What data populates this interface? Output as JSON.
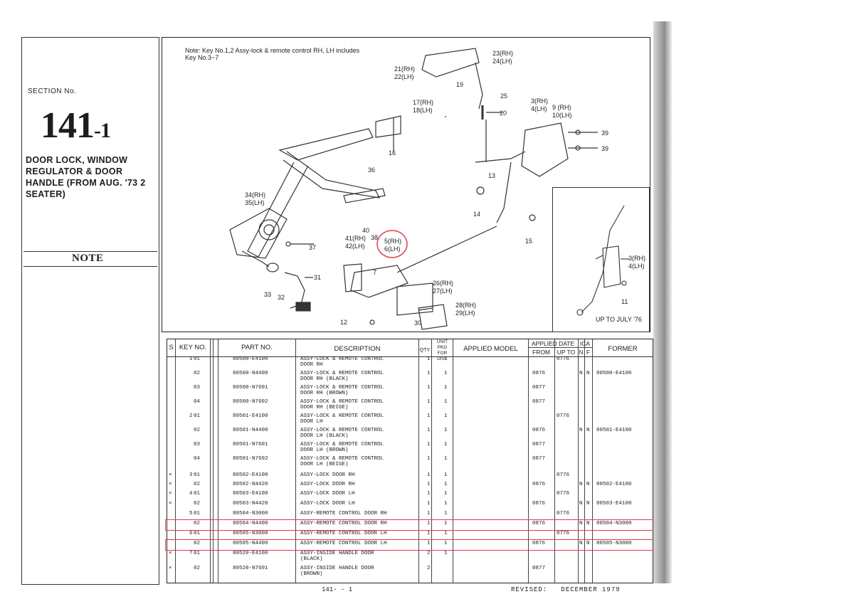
{
  "left_panel": {
    "section_label": "SECTION No.",
    "section_number_main": "141",
    "section_number_suffix": "-1",
    "title": "DOOR LOCK, WINDOW REGULATOR & DOOR HANDLE (FROM AUG. '73 2 SEATER)",
    "note_label": "NOTE"
  },
  "diagram": {
    "note": "Note: Key No.1,2 Assy-lock & remote control RH, LH includes Key No.3~7",
    "callouts": [
      "23(RH)",
      "24(LH)",
      "21(RH)",
      "22(LH)",
      "19",
      "25",
      "17(RH)",
      "18(LH)",
      "20",
      "3(RH)",
      "4(LH)",
      "9 (RH)",
      "10(LH)",
      "39",
      "39",
      "16",
      "36",
      "13",
      "14",
      "34(RH)",
      "35(LH)",
      "40",
      "38",
      "15",
      "41(RH)",
      "42(LH)",
      "5(RH)",
      "6(LH)",
      "37",
      "7",
      "31",
      "33",
      "32",
      "26(RH)",
      "27(LH)",
      "28(RH)",
      "29(LH)",
      "12",
      "30"
    ],
    "inset_callouts": [
      "3(RH)",
      "4(LH)",
      "11"
    ],
    "inset_caption": "UP TO JULY '76",
    "circled_callout": "5(RH) 6(LH)"
  },
  "table": {
    "headers": {
      "s": "S",
      "key_no": "KEY NO.",
      "part_no": "PART NO.",
      "description": "DESCRIPTION",
      "qty": "QTY",
      "unit_pkg": "UNIT PKG FOR DIST",
      "applied_model": "APPLIED MODEL",
      "applied_date": "APPLIED DATE",
      "from": "FROM",
      "up_to": "UP TO",
      "ica": "ICA",
      "n": "N",
      "f": "F",
      "former": "FORMER"
    },
    "rows": [
      {
        "s": "",
        "key": "1",
        "sub": "01",
        "part": "80500-E4100",
        "desc": "ASSY-LOCK & REMOTE CONTROL",
        "desc2": "DOOR RH",
        "qty": "1",
        "unit": "1",
        "from": "",
        "upto": "0776",
        "n": "",
        "f": "",
        "former": ""
      },
      {
        "s": "",
        "key": "",
        "sub": "02",
        "part": "80500-N4400",
        "desc": "ASSY-LOCK & REMOTE CONTROL",
        "desc2": "DOOR RH (BLACK)",
        "qty": "1",
        "unit": "1",
        "from": "0876",
        "upto": "",
        "n": "N",
        "f": "N",
        "former": "80500-E4100"
      },
      {
        "s": "",
        "key": "",
        "sub": "03",
        "part": "80500-N7601",
        "desc": "ASSY-LOCK & REMOTE CONTROL",
        "desc2": "DOOR RH (BROWN)",
        "qty": "1",
        "unit": "1",
        "from": "0877",
        "upto": "",
        "n": "",
        "f": "",
        "former": ""
      },
      {
        "s": "",
        "key": "",
        "sub": "04",
        "part": "80500-N7602",
        "desc": "ASSY-LOCK & REMOTE CONTROL",
        "desc2": "DOOR RH (BEIGE)",
        "qty": "1",
        "unit": "1",
        "from": "0877",
        "upto": "",
        "n": "",
        "f": "",
        "former": ""
      },
      {
        "s": "",
        "key": "2",
        "sub": "01",
        "part": "80501-E4100",
        "desc": "ASSY-LOCK & REMOTE CONTROL",
        "desc2": "DOOR LH",
        "qty": "1",
        "unit": "1",
        "from": "",
        "upto": "0776",
        "n": "",
        "f": "",
        "former": ""
      },
      {
        "s": "",
        "key": "",
        "sub": "02",
        "part": "80501-N4400",
        "desc": "ASSY-LOCK & REMOTE CONTROL",
        "desc2": "DOOR LH (BLACK)",
        "qty": "1",
        "unit": "1",
        "from": "0876",
        "upto": "",
        "n": "N",
        "f": "N",
        "former": "80501-E4100"
      },
      {
        "s": "",
        "key": "",
        "sub": "03",
        "part": "80501-N7601",
        "desc": "ASSY-LOCK & REMOTE CONTROL",
        "desc2": "DOOR LH (BROWN)",
        "qty": "1",
        "unit": "1",
        "from": "0877",
        "upto": "",
        "n": "",
        "f": "",
        "former": ""
      },
      {
        "s": "",
        "key": "",
        "sub": "04",
        "part": "80501-N7602",
        "desc": "ASSY-LOCK & REMOTE CONTROL",
        "desc2": "DOOR LH (BEIGE)",
        "qty": "1",
        "unit": "1",
        "from": "0877",
        "upto": "",
        "n": "",
        "f": "",
        "former": ""
      }
    ],
    "rows_single": [
      {
        "s": "×",
        "key": "3",
        "sub": "01",
        "part": "80502-E4100",
        "desc": "ASSY-LOCK DOOR RH",
        "qty": "1",
        "unit": "1",
        "from": "",
        "upto": "0776",
        "n": "",
        "f": "",
        "former": ""
      },
      {
        "s": "×",
        "key": "",
        "sub": "02",
        "part": "80502-N4420",
        "desc": "ASSY-LOCK DOOR RH",
        "qty": "1",
        "unit": "1",
        "from": "0876",
        "upto": "",
        "n": "N",
        "f": "N",
        "former": "80502-E4100"
      },
      {
        "s": "×",
        "key": "4",
        "sub": "01",
        "part": "80503-E4100",
        "desc": "ASSY-LOCK DOOR LH",
        "qty": "1",
        "unit": "1",
        "from": "",
        "upto": "0776",
        "n": "",
        "f": "",
        "former": ""
      },
      {
        "s": "×",
        "key": "",
        "sub": "02",
        "part": "80503-N4420",
        "desc": "ASSY-LOCK DOOR LH",
        "qty": "1",
        "unit": "1",
        "from": "0876",
        "upto": "",
        "n": "N",
        "f": "N",
        "former": "80503-E4100"
      },
      {
        "s": "",
        "key": "5",
        "sub": "01",
        "part": "80504-N3000",
        "desc": "ASSY-REMOTE CONTROL DOOR RH",
        "qty": "1",
        "unit": "1",
        "from": "",
        "upto": "0776",
        "n": "",
        "f": "",
        "former": ""
      },
      {
        "s": "",
        "key": "",
        "sub": "02",
        "part": "80504-N4400",
        "desc": "ASSY-REMOTE CONTROL DOOR RH",
        "qty": "1",
        "unit": "1",
        "from": "0876",
        "upto": "",
        "n": "N",
        "f": "N",
        "former": "80504-N3000"
      },
      {
        "s": "",
        "key": "6",
        "sub": "01",
        "part": "80505-N3000",
        "desc": "ASSY-REMOTE CONTROL DOOR LH",
        "qty": "1",
        "unit": "1",
        "from": "",
        "upto": "0776",
        "n": "",
        "f": "",
        "former": ""
      },
      {
        "s": "",
        "key": "",
        "sub": "02",
        "part": "80505-N4400",
        "desc": "ASSY-REMOTE CONTROL DOOR LH",
        "qty": "1",
        "unit": "1",
        "from": "0876",
        "upto": "",
        "n": "N",
        "f": "N",
        "former": "80505-N3000"
      }
    ],
    "rows_tail": [
      {
        "s": "×",
        "key": "7",
        "sub": "01",
        "part": "80520-E4100",
        "desc": "ASSY-INSIDE HANDLE DOOR",
        "desc2": "(BLACK)",
        "qty": "2",
        "unit": "1",
        "from": "",
        "upto": "",
        "n": "",
        "f": "",
        "former": ""
      },
      {
        "s": "×",
        "key": "",
        "sub": "02",
        "part": "80520-N7601",
        "desc": "ASSY-INSIDE HANDLE DOOR",
        "desc2": "(BROWN)",
        "qty": "2",
        "unit": "",
        "from": "0877",
        "upto": "",
        "n": "",
        "f": "",
        "former": ""
      }
    ]
  },
  "footer": {
    "page": "141- - 1",
    "revised_label": "REVISED:",
    "revised_date": "DECEMBER  1979"
  },
  "colors": {
    "highlight": "#e03b4b"
  }
}
